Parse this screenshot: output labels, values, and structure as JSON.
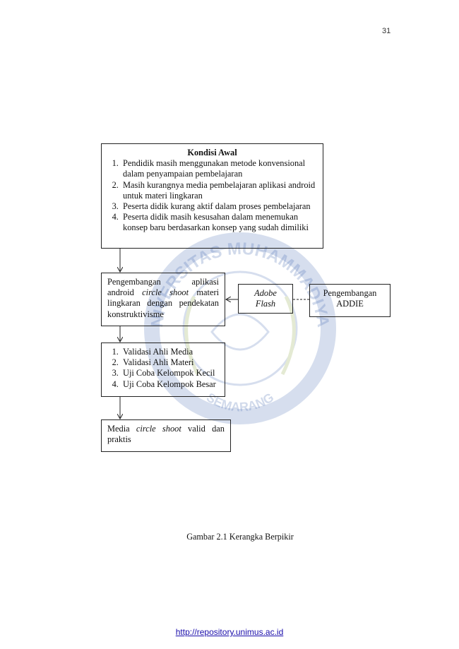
{
  "page_number": "31",
  "watermark": {
    "ring_text": "UNIVERSITAS MUHAMMADIYAH",
    "bottom_text": "SEMARANG",
    "color": "#4a6fb3"
  },
  "kondisi_awal": {
    "title": "Kondisi Awal",
    "items": [
      "Pendidik masih menggunakan metode konvensional dalam penyampaian pembelajaran",
      "Masih kurangnya media pembelajaran aplikasi android untuk materi lingkaran",
      "Peserta didik kurang aktif dalam proses pembelajaran",
      "Peserta didik masih kesusahan dalam menemukan konsep baru berdasarkan konsep yang sudah dimiliki"
    ]
  },
  "pengembangan": {
    "part1": "Pengembangan aplikasi android ",
    "italic": "circle shoot",
    "part2": " materi lingkaran dengan pendekatan konstruktivisme"
  },
  "adobe_flash": "Adobe Flash",
  "addie": "Pengembangan ADDIE",
  "validasi": {
    "items": [
      "Validasi Ahli Media",
      "Validasi Ahli Materi",
      "Uji Coba Kelompok Kecil",
      "Uji Coba Kelompok Besar"
    ]
  },
  "hasil": {
    "part1": "Media ",
    "italic": "circle shoot",
    "part2": " valid dan praktis"
  },
  "caption": "Gambar 2.1 Kerangka Berpikir",
  "footer_link": "http://repository.unimus.ac.id"
}
